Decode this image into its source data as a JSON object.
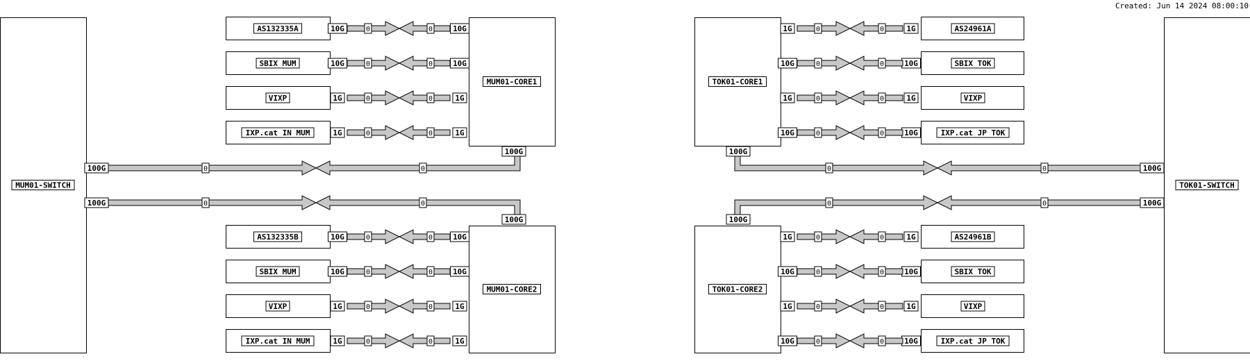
{
  "created": "Created: Jun 14 2024 08:00:10",
  "colors": {
    "link_fill": "#c8c8c8",
    "stroke": "#000000",
    "box_fill": "#ffffff"
  },
  "nodes": {
    "mum_switch": "MUM01-SWITCH",
    "mum_core1": "MUM01-CORE1",
    "mum_core2": "MUM01-CORE2",
    "tok_switch": "TOK01-SWITCH",
    "tok_core1": "TOK01-CORE1",
    "tok_core2": "TOK01-CORE2"
  },
  "peer_groups": [
    {
      "core": "mum_core1",
      "side": "left",
      "peers": [
        {
          "name": "AS132335A",
          "speed": "10G",
          "count_out": "0",
          "count_in": "0"
        },
        {
          "name": "SBIX MUM",
          "speed": "10G",
          "count_out": "0",
          "count_in": "0"
        },
        {
          "name": "VIXP",
          "speed": "1G",
          "count_out": "0",
          "count_in": "0"
        },
        {
          "name": "IXP.cat IN MUM",
          "speed": "1G",
          "count_out": "0",
          "count_in": "0"
        }
      ]
    },
    {
      "core": "mum_core2",
      "side": "left",
      "peers": [
        {
          "name": "AS132335B",
          "speed": "10G",
          "count_out": "0",
          "count_in": "0"
        },
        {
          "name": "SBIX MUM",
          "speed": "10G",
          "count_out": "0",
          "count_in": "0"
        },
        {
          "name": "VIXP",
          "speed": "1G",
          "count_out": "0",
          "count_in": "0"
        },
        {
          "name": "IXP.cat IN MUM",
          "speed": "1G",
          "count_out": "0",
          "count_in": "0"
        }
      ]
    },
    {
      "core": "tok_core1",
      "side": "right",
      "peers": [
        {
          "name": "AS24961A",
          "speed": "1G",
          "count_out": "0",
          "count_in": "0"
        },
        {
          "name": "SBIX TOK",
          "speed": "10G",
          "count_out": "0",
          "count_in": "0"
        },
        {
          "name": "VIXP",
          "speed": "1G",
          "count_out": "0",
          "count_in": "0"
        },
        {
          "name": "IXP.cat JP TOK",
          "speed": "10G",
          "count_out": "0",
          "count_in": "0"
        }
      ]
    },
    {
      "core": "tok_core2",
      "side": "right",
      "peers": [
        {
          "name": "AS24961B",
          "speed": "1G",
          "count_out": "0",
          "count_in": "0"
        },
        {
          "name": "SBIX TOK",
          "speed": "10G",
          "count_out": "0",
          "count_in": "0"
        },
        {
          "name": "VIXP",
          "speed": "1G",
          "count_out": "0",
          "count_in": "0"
        },
        {
          "name": "IXP.cat JP TOK",
          "speed": "10G",
          "count_out": "0",
          "count_in": "0"
        }
      ]
    }
  ],
  "uplinks": [
    {
      "switch": "mum_switch",
      "core": "mum_core1",
      "speed": "100G",
      "count_a": "0",
      "count_b": "0"
    },
    {
      "switch": "mum_switch",
      "core": "mum_core2",
      "speed": "100G",
      "count_a": "0",
      "count_b": "0"
    },
    {
      "switch": "tok_switch",
      "core": "tok_core1",
      "speed": "100G",
      "count_a": "0",
      "count_b": "0"
    },
    {
      "switch": "tok_switch",
      "core": "tok_core2",
      "speed": "100G",
      "count_a": "0",
      "count_b": "0"
    }
  ]
}
